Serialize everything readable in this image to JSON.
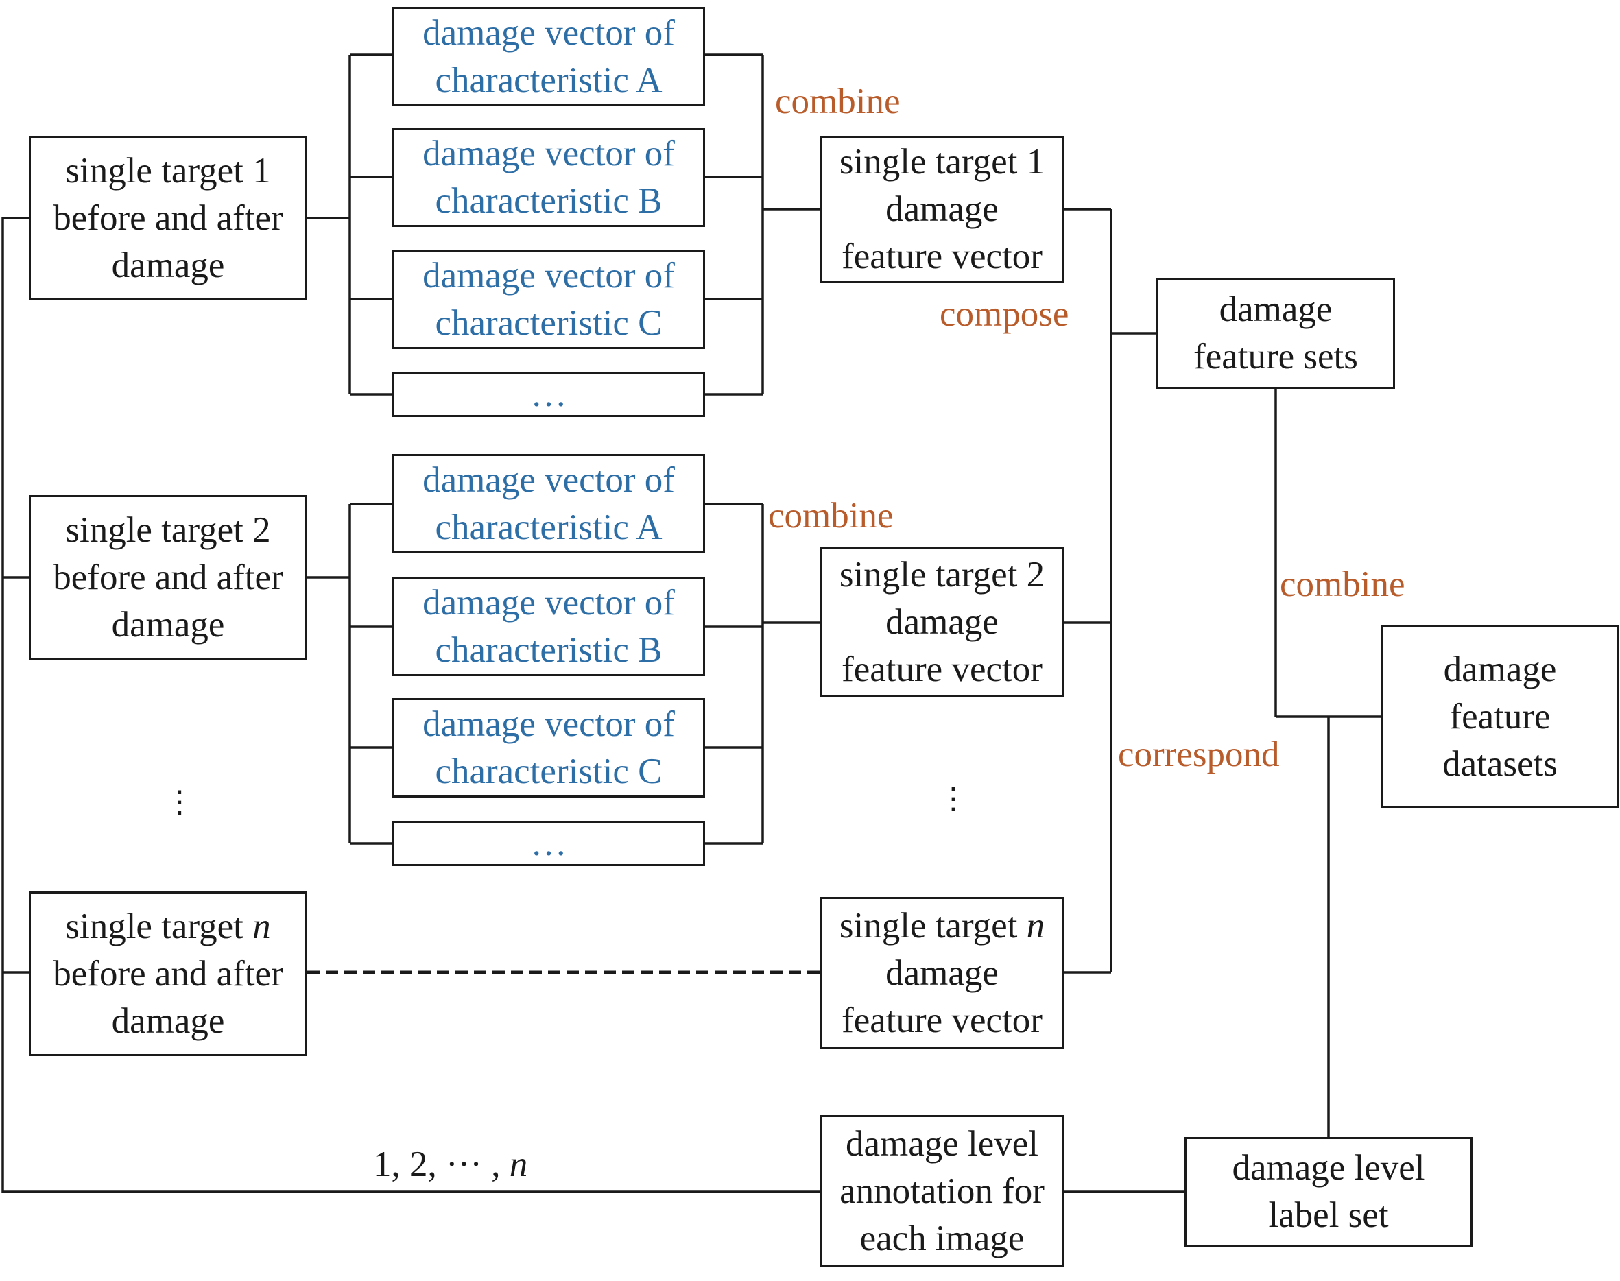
{
  "targets": [
    {
      "line1": "single target 1",
      "line2": "before and after",
      "line3": "damage"
    },
    {
      "line1": "single target 2",
      "line2": "before and after",
      "line3": "damage"
    },
    {
      "line1_prefix": "single target ",
      "line1_var": "n",
      "line2": "before and after",
      "line3": "damage"
    }
  ],
  "vector_group_1": [
    {
      "line1": "damage vector of",
      "line2": "characteristic A"
    },
    {
      "line1": "damage vector of",
      "line2": "characteristic B"
    },
    {
      "line1": "damage vector of",
      "line2": "characteristic C"
    },
    {
      "line1": "…"
    }
  ],
  "vector_group_2": [
    {
      "line1": "damage vector of",
      "line2": "characteristic A"
    },
    {
      "line1": "damage vector of",
      "line2": "characteristic B"
    },
    {
      "line1": "damage vector of",
      "line2": "characteristic C"
    },
    {
      "line1": "…"
    }
  ],
  "feature_vectors": [
    {
      "line1": "single target 1",
      "line2": "damage",
      "line3": "feature vector"
    },
    {
      "line1": "single target 2",
      "line2": "damage",
      "line3": "feature vector"
    },
    {
      "line1_prefix": "single target ",
      "line1_var": "n",
      "line2": "damage",
      "line3": "feature vector"
    }
  ],
  "annotation": {
    "line1": "damage level",
    "line2": "annotation for",
    "line3": "each image"
  },
  "feature_sets": {
    "line1": "damage",
    "line2": "feature sets"
  },
  "label_set": {
    "line1": "damage level",
    "line2": "label set"
  },
  "datasets": {
    "line1": "damage",
    "line2": "feature",
    "line3": "datasets"
  },
  "labels": {
    "combine_1": "combine",
    "combine_2": "combine",
    "compose": "compose",
    "combine_3": "combine",
    "correspond": "correspond",
    "index_prefix": "1, 2, ··· , ",
    "index_var": "n"
  },
  "ellipsis_vertical": "⋮",
  "colors": {
    "line": "#1a1a1a",
    "vector_text": "#2e6ea6",
    "operation_label": "#b85c2c"
  }
}
